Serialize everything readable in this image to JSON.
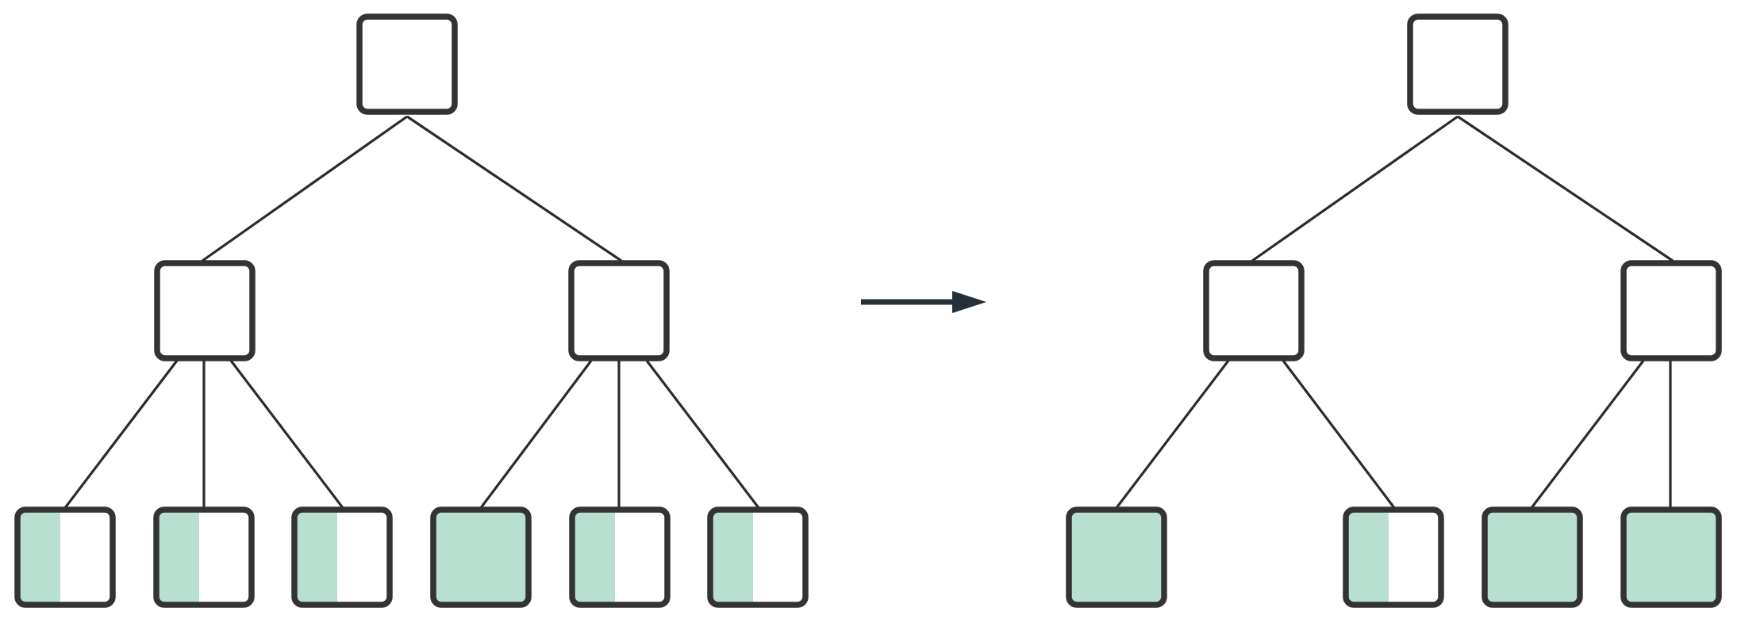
{
  "colors": {
    "node_outline": "#333333",
    "edge": "#2b2b2b",
    "fill": "#b8dfd0",
    "arrow": "#263038",
    "background": "#ffffff"
  },
  "before_tree": {
    "root": {
      "id": "root",
      "fill_fraction": 0
    },
    "internal": [
      {
        "id": "left-internal",
        "fill_fraction": 0
      },
      {
        "id": "right-internal",
        "fill_fraction": 0
      }
    ],
    "leaves": [
      {
        "id": "leaf-1",
        "parent": "left-internal",
        "fill_fraction": 0.45
      },
      {
        "id": "leaf-2",
        "parent": "left-internal",
        "fill_fraction": 0.45
      },
      {
        "id": "leaf-3",
        "parent": "left-internal",
        "fill_fraction": 0.45
      },
      {
        "id": "leaf-4",
        "parent": "right-internal",
        "fill_fraction": 1.0
      },
      {
        "id": "leaf-5",
        "parent": "right-internal",
        "fill_fraction": 0.45
      },
      {
        "id": "leaf-6",
        "parent": "right-internal",
        "fill_fraction": 0.45
      }
    ]
  },
  "transition": {
    "icon": "right-arrow-icon"
  },
  "after_tree": {
    "root": {
      "id": "root",
      "fill_fraction": 0
    },
    "internal": [
      {
        "id": "left-internal",
        "fill_fraction": 0
      },
      {
        "id": "right-internal",
        "fill_fraction": 0
      }
    ],
    "leaves": [
      {
        "id": "leaf-1",
        "parent": "left-internal",
        "fill_fraction": 1.0
      },
      {
        "id": "leaf-2",
        "parent": "left-internal",
        "fill_fraction": 0.45
      },
      {
        "id": "leaf-3",
        "parent": "right-internal",
        "fill_fraction": 1.0
      },
      {
        "id": "leaf-4",
        "parent": "right-internal",
        "fill_fraction": 1.0
      }
    ]
  }
}
